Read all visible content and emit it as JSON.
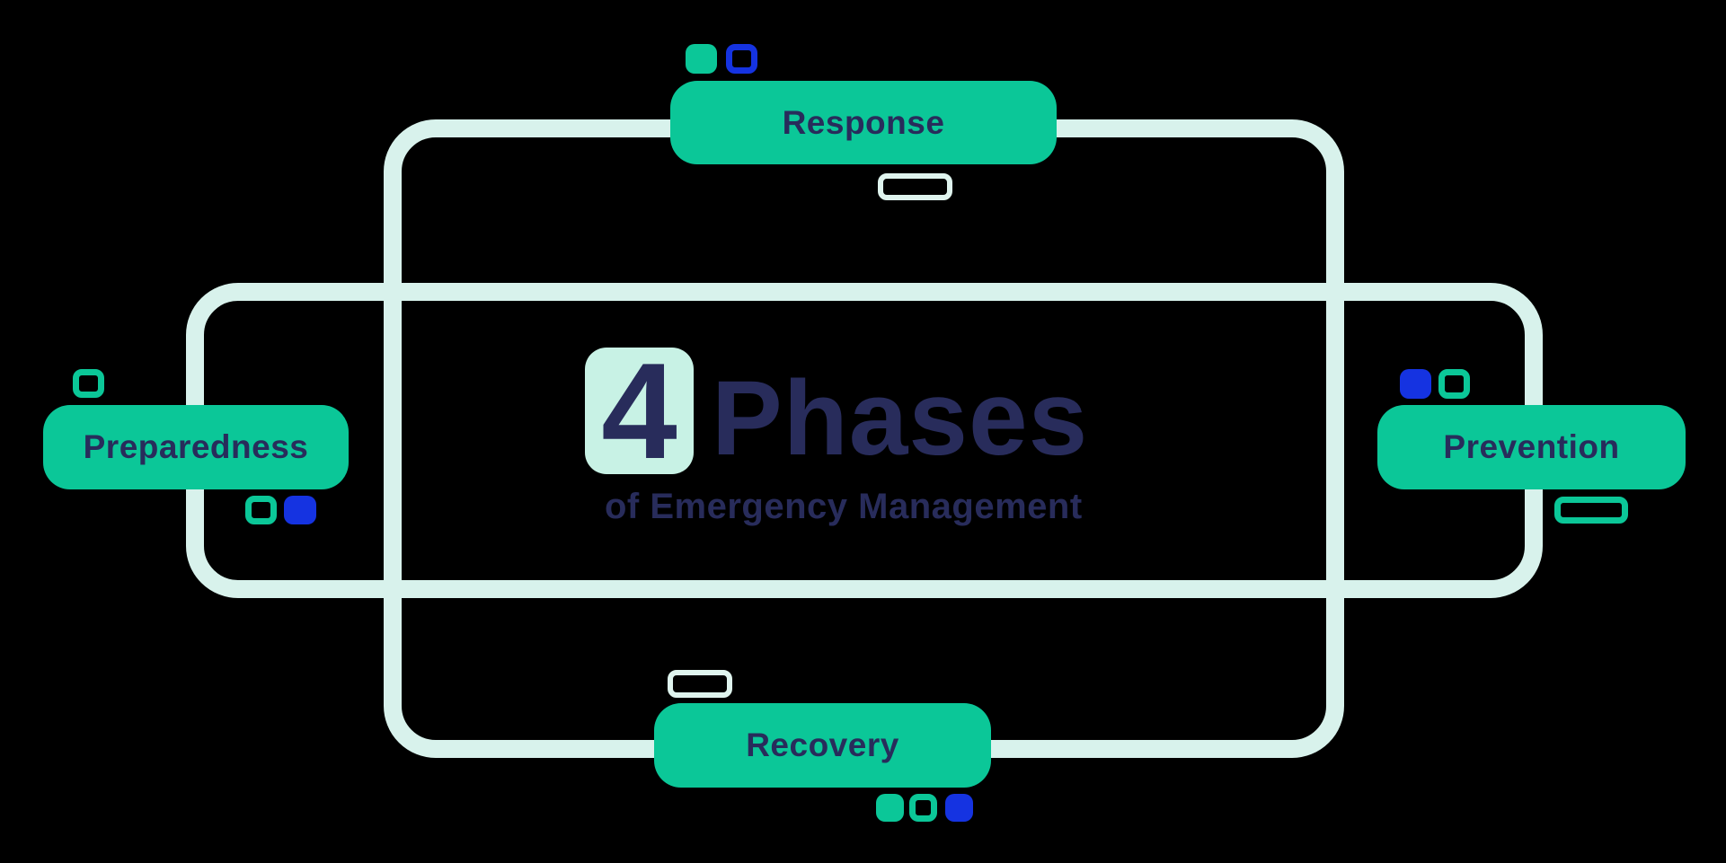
{
  "title": {
    "number": "4",
    "word": "Phases",
    "subtitle": "of Emergency Management"
  },
  "phases": {
    "response": {
      "label": "Response"
    },
    "prevention": {
      "label": "Prevention"
    },
    "recovery": {
      "label": "Recovery"
    },
    "preparedness": {
      "label": "Preparedness"
    }
  },
  "colors": {
    "background": "#000000",
    "loop_stroke_mint": "#d8f2ec",
    "pill_green": "#0bc798",
    "accent_blue": "#1533e1",
    "text_navy": "#282c5b",
    "number_box_mint": "#c8f2e5"
  }
}
